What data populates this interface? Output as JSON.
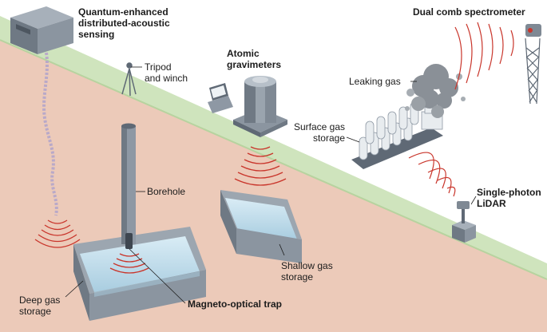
{
  "labels": {
    "distributed_sensing": [
      "Quantum-enhanced",
      "distributed-acoustic",
      "sensing"
    ],
    "tripod": [
      "Tripod",
      "and winch"
    ],
    "gravimeters": [
      "Atomic",
      "gravimeters"
    ],
    "dual_comb": "Dual comb spectrometer",
    "leaking_gas": "Leaking gas",
    "surface_storage": [
      "Surface gas",
      "storage"
    ],
    "borehole": "Borehole",
    "lidar": [
      "Single-photon",
      "LiDAR"
    ],
    "shallow_storage": [
      "Shallow gas",
      "storage"
    ],
    "deep_storage": [
      "Deep gas",
      "storage"
    ],
    "mot": "Magneto-optical trap"
  },
  "colors": {
    "ground": "#eccab9",
    "grass": "#cfe4bd",
    "signal": "#c9352b",
    "water": "#bcdbea",
    "structure": "#8e98a4",
    "structure_dark": "#5f6975",
    "cable": "#b9a9c8",
    "smoke": "#8a9097"
  }
}
